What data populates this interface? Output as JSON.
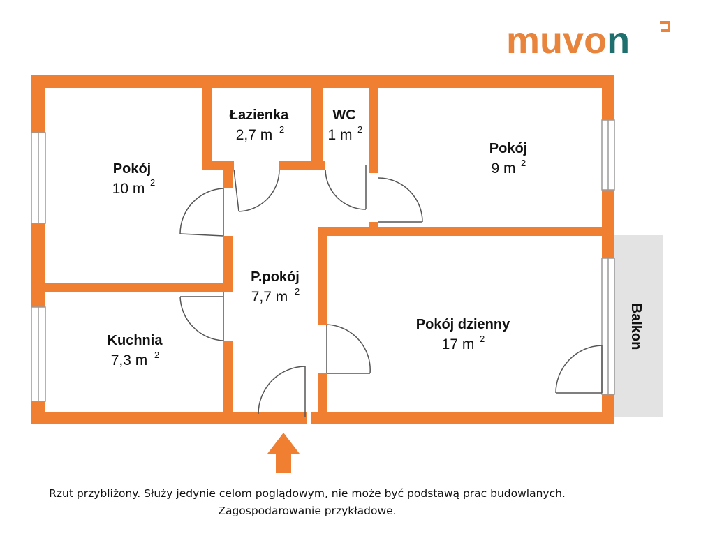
{
  "brand": {
    "name": "muvon",
    "color_main": "#E8843C",
    "color_accent": "#1F6F6F"
  },
  "colors": {
    "wall": "#F07F32",
    "balcony": "#E3E3E3",
    "window_frame": "#9A9A9A",
    "door_line": "#555555"
  },
  "rooms": {
    "pokoj_left": {
      "name": "Pokój",
      "area": "10 m",
      "sup": "2"
    },
    "lazienka": {
      "name": "Łazienka",
      "area": "2,7 m",
      "sup": "2"
    },
    "wc": {
      "name": "WC",
      "area": "1 m",
      "sup": "2"
    },
    "pokoj_right": {
      "name": "Pokój",
      "area": "9 m",
      "sup": "2"
    },
    "przedpokoj": {
      "name": "P.pokój",
      "area": "7,7 m",
      "sup": "2"
    },
    "kuchnia": {
      "name": "Kuchnia",
      "area": "7,3 m",
      "sup": "2"
    },
    "dzienny": {
      "name": "Pokój dzienny",
      "area": "17 m",
      "sup": "2"
    }
  },
  "balcony_label": "Balkon",
  "entrance_icon": "entrance-arrow-icon",
  "disclaimer": {
    "line1": "Rzut przybliżony. Służy jedynie celom poglądowym, nie może być podstawą prac budowlanych.",
    "line2": "Zagospodarowanie przykładowe."
  }
}
